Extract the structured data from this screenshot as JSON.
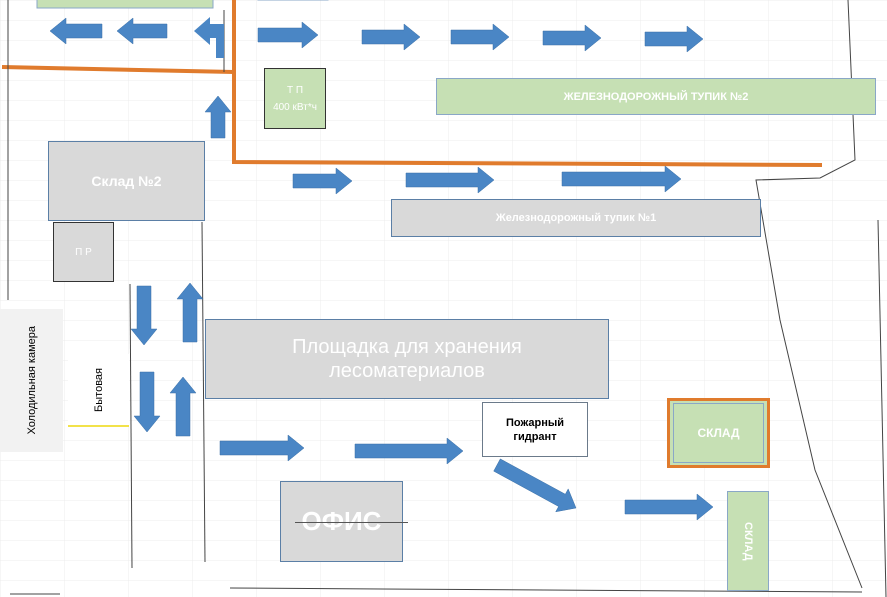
{
  "labels": {
    "warehouse2": "Склад №2",
    "pr": "П Р",
    "tp_line1": "Т П",
    "tp_line2": "400 кВт*ч",
    "rail_tupik2": "ЖЕЛЕЗНОДОРОЖНЫЙ ТУПИК №2",
    "rail_tupik1": "Железнодорожный тупик №1",
    "timber_line1": "Площадка для хранения",
    "timber_line2": "лесоматериалов",
    "cold_chamber": "Холодильная камера",
    "utility": "Бытовая",
    "hydrant_line1": "Пожарный",
    "hydrant_line2": "гидрант",
    "warehouse_right": "СКЛАД",
    "warehouse_bottom": "СКЛАД",
    "office": "ОФИС"
  },
  "colors": {
    "fence": "#e07b2d",
    "arrow": "#4a86c5",
    "grey_fill": "#d9d9d9",
    "green_fill": "#c6e0b4"
  }
}
